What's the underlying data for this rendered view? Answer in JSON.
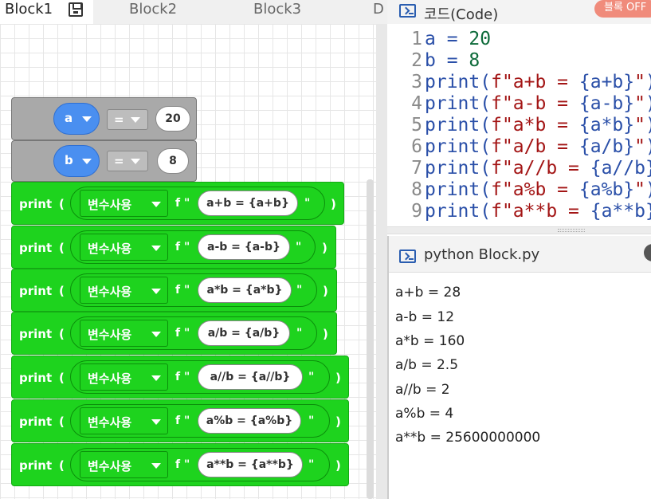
{
  "tabs": [
    {
      "label": "Block1",
      "active": true
    },
    {
      "label": "Block2",
      "active": false
    },
    {
      "label": "Block3",
      "active": false
    },
    {
      "label": "D",
      "active": false
    }
  ],
  "blocks": {
    "assignments": [
      {
        "var": "a",
        "op": "=",
        "value": "20"
      },
      {
        "var": "b",
        "op": "=",
        "value": "8"
      }
    ],
    "prints": [
      {
        "keyword": "print",
        "open": "(",
        "var_label": "변수사용",
        "prefix": "f \"",
        "text": "a+b = {a+b}",
        "suffix": "\"",
        "close": ")"
      },
      {
        "keyword": "print",
        "open": "(",
        "var_label": "변수사용",
        "prefix": "f \"",
        "text": "a-b = {a-b}",
        "suffix": "\"",
        "close": ")"
      },
      {
        "keyword": "print",
        "open": "(",
        "var_label": "변수사용",
        "prefix": "f \"",
        "text": "a*b = {a*b}",
        "suffix": "\"",
        "close": ")"
      },
      {
        "keyword": "print",
        "open": "(",
        "var_label": "변수사용",
        "prefix": "f \"",
        "text": "a/b = {a/b}",
        "suffix": "\"",
        "close": ")"
      },
      {
        "keyword": "print",
        "open": "(",
        "var_label": "변수사용",
        "prefix": "f \"",
        "text": "a//b = {a//b}",
        "suffix": "\"",
        "close": ")"
      },
      {
        "keyword": "print",
        "open": "(",
        "var_label": "변수사용",
        "prefix": "f \"",
        "text": "a%b = {a%b}",
        "suffix": "\"",
        "close": ")"
      },
      {
        "keyword": "print",
        "open": "(",
        "var_label": "변수사용",
        "prefix": "f \"",
        "text": "a**b = {a**b}",
        "suffix": "\"",
        "close": ")"
      }
    ]
  },
  "code_panel": {
    "title": "코드(Code)",
    "toggle_label": "블록 OFF",
    "lines": [
      {
        "num": "1",
        "parts": [
          {
            "t": "a = ",
            "c": "#2a4fa8"
          },
          {
            "t": "20",
            "c": "#0d6b3a"
          }
        ]
      },
      {
        "num": "2",
        "parts": [
          {
            "t": "b = ",
            "c": "#2a4fa8"
          },
          {
            "t": "8",
            "c": "#0d6b3a"
          }
        ]
      },
      {
        "num": "3",
        "parts": [
          {
            "t": "print(",
            "c": "#2a4fa8"
          },
          {
            "t": "f\"a+b = ",
            "c": "#a31515"
          },
          {
            "t": "{a+b}",
            "c": "#2a4fa8"
          },
          {
            "t": "\"",
            "c": "#a31515"
          },
          {
            "t": ")",
            "c": "#2a4fa8"
          }
        ]
      },
      {
        "num": "4",
        "parts": [
          {
            "t": "print(",
            "c": "#2a4fa8"
          },
          {
            "t": "f\"a-b = ",
            "c": "#a31515"
          },
          {
            "t": "{a-b}",
            "c": "#2a4fa8"
          },
          {
            "t": "\"",
            "c": "#a31515"
          },
          {
            "t": ")",
            "c": "#2a4fa8"
          }
        ]
      },
      {
        "num": "5",
        "parts": [
          {
            "t": "print(",
            "c": "#2a4fa8"
          },
          {
            "t": "f\"a*b = ",
            "c": "#a31515"
          },
          {
            "t": "{a*b}",
            "c": "#2a4fa8"
          },
          {
            "t": "\"",
            "c": "#a31515"
          },
          {
            "t": ")",
            "c": "#2a4fa8"
          }
        ]
      },
      {
        "num": "6",
        "parts": [
          {
            "t": "print(",
            "c": "#2a4fa8"
          },
          {
            "t": "f\"a/b = ",
            "c": "#a31515"
          },
          {
            "t": "{a/b}",
            "c": "#2a4fa8"
          },
          {
            "t": "\"",
            "c": "#a31515"
          },
          {
            "t": ")",
            "c": "#2a4fa8"
          }
        ]
      },
      {
        "num": "7",
        "parts": [
          {
            "t": "print(",
            "c": "#2a4fa8"
          },
          {
            "t": "f\"a//b = ",
            "c": "#a31515"
          },
          {
            "t": "{a//b}",
            "c": "#2a4fa8"
          },
          {
            "t": "\"",
            "c": "#a31515"
          },
          {
            "t": ")",
            "c": "#2a4fa8"
          }
        ]
      },
      {
        "num": "8",
        "parts": [
          {
            "t": "print(",
            "c": "#2a4fa8"
          },
          {
            "t": "f\"a%b = ",
            "c": "#a31515"
          },
          {
            "t": "{a%b}",
            "c": "#2a4fa8"
          },
          {
            "t": "\"",
            "c": "#a31515"
          },
          {
            "t": ")",
            "c": "#2a4fa8"
          }
        ]
      },
      {
        "num": "9",
        "parts": [
          {
            "t": "print(",
            "c": "#2a4fa8"
          },
          {
            "t": "f\"a**b = ",
            "c": "#a31515"
          },
          {
            "t": "{a**b}",
            "c": "#2a4fa8"
          },
          {
            "t": "\"",
            "c": "#a31515"
          },
          {
            "t": ")",
            "c": "#2a4fa8"
          }
        ]
      }
    ]
  },
  "output_panel": {
    "title": "python Block.py",
    "lines": [
      "a+b = 28",
      "a-b = 12",
      "a*b = 160",
      "a/b = 2.5",
      "a//b = 2",
      "a%b = 4",
      "a**b = 25600000000"
    ]
  }
}
